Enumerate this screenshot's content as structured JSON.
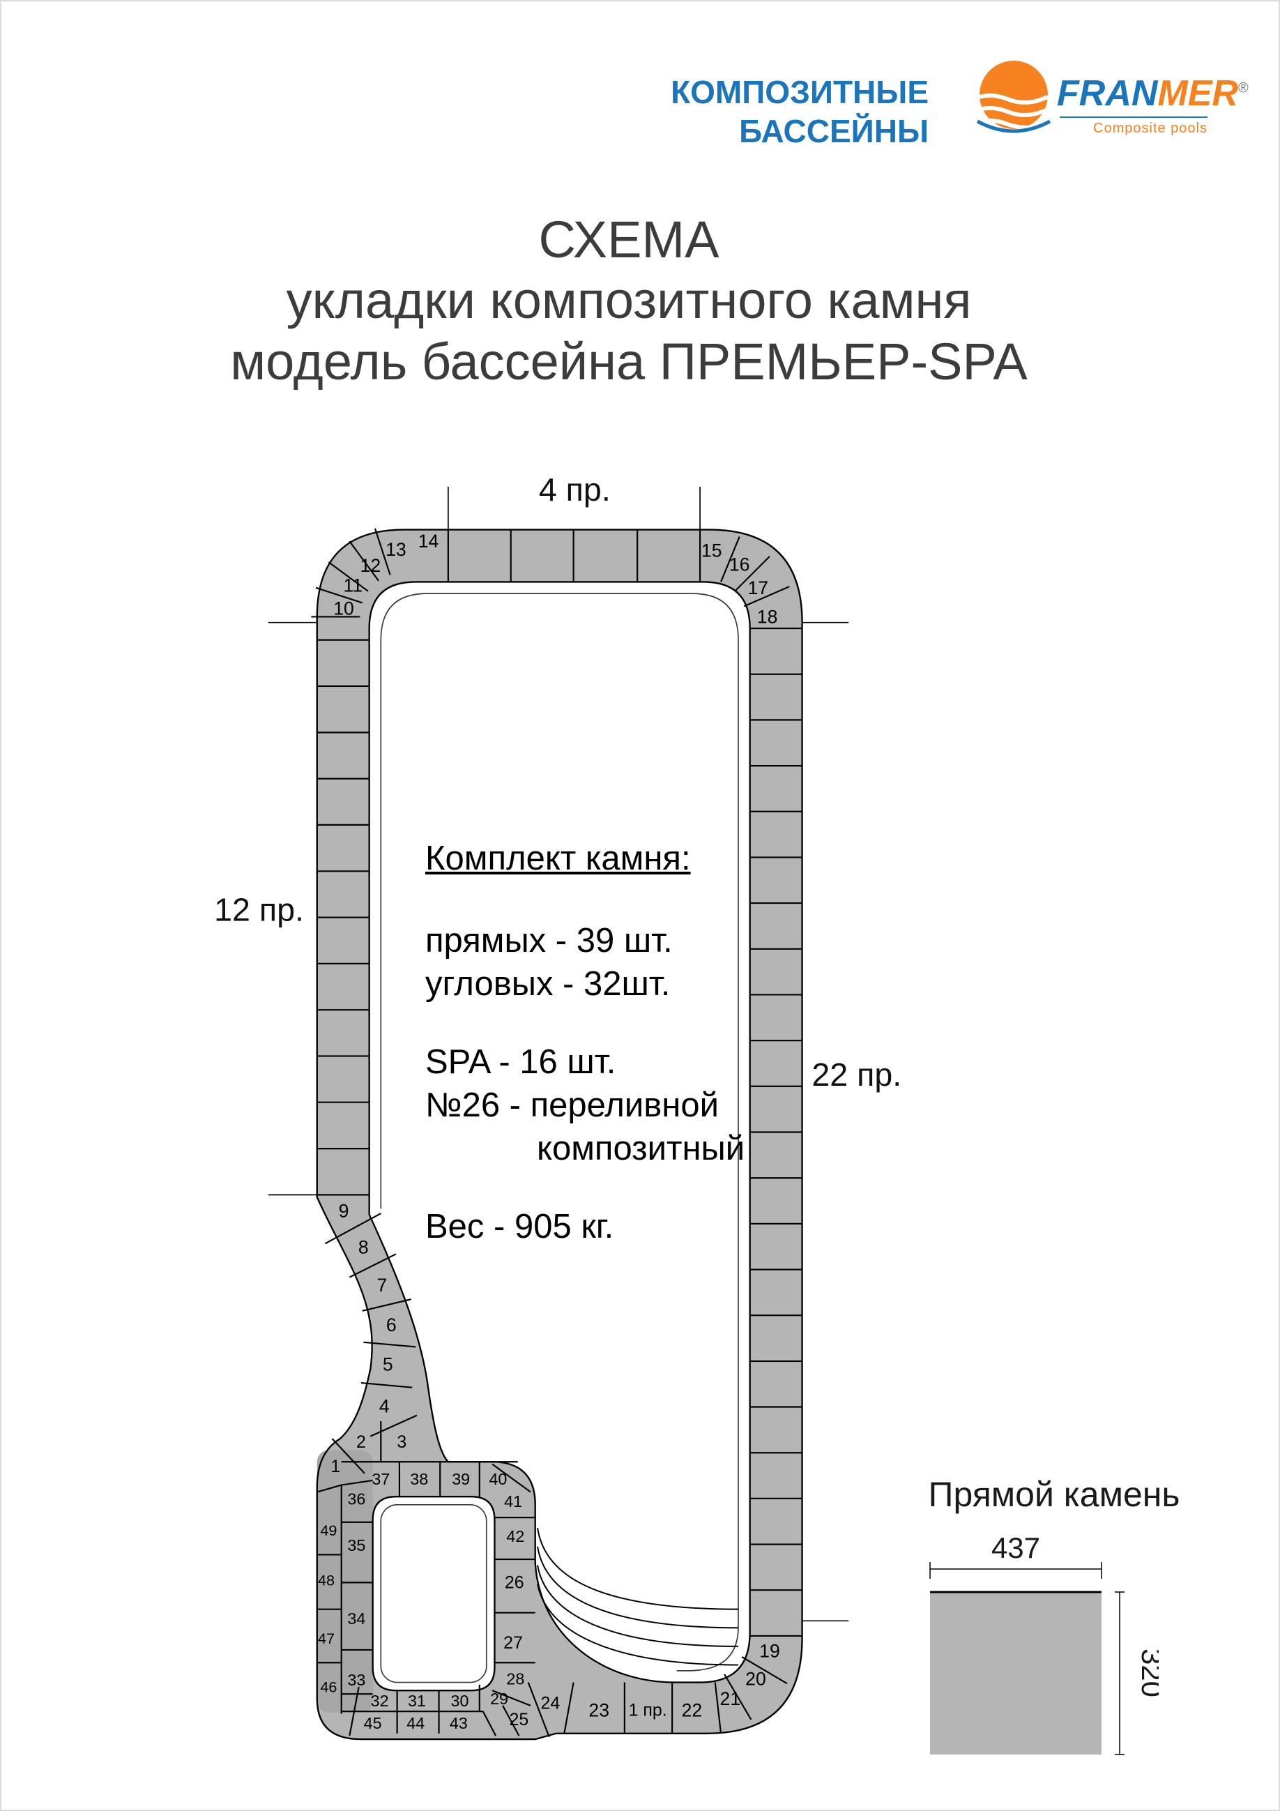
{
  "header": {
    "tagline_line1": "КОМПОЗИТНЫЕ",
    "tagline_line2": "БАССЕЙНЫ",
    "brand_fran": "FRAN",
    "brand_mer": "MER",
    "registered": "®",
    "brand_subtitle": "Composite pools",
    "colors": {
      "blue": "#1a75bc",
      "orange": "#f5821f"
    }
  },
  "title": {
    "line1": "СХЕМА",
    "line2": "укладки композитного камня",
    "line3": "модель бассейна ПРЕМЬЕР-SPA"
  },
  "diagram": {
    "label_top": "4 пр.",
    "label_left": "12 пр.",
    "label_right": "22 пр.",
    "colors": {
      "stone_fill": "#b5b5b5",
      "stone_fill_dark": "#a7a7a7",
      "line": "#000000"
    },
    "stones": {
      "1": "1",
      "2": "2",
      "3": "3",
      "4": "4",
      "5": "5",
      "6": "6",
      "7": "7",
      "8": "8",
      "9": "9",
      "10": "10",
      "11": "11",
      "12": "12",
      "13": "13",
      "14": "14",
      "15": "15",
      "16": "16",
      "17": "17",
      "18": "18",
      "19": "19",
      "20": "20",
      "21": "21",
      "22": "22",
      "23": "23",
      "24": "24",
      "25": "25",
      "26": "26",
      "27": "27",
      "28": "28",
      "29": "29",
      "30": "30",
      "31": "31",
      "32": "32",
      "33": "33",
      "34": "34",
      "35": "35",
      "36": "36",
      "37": "37",
      "38": "38",
      "39": "39",
      "40": "40",
      "41": "41",
      "42": "42",
      "43": "43",
      "44": "44",
      "45": "45",
      "46": "46",
      "47": "47",
      "48": "48",
      "49": "49",
      "1pr": "1 пр."
    }
  },
  "info_block": {
    "heading": "Комплект камня:",
    "line_straight": "прямых - 39 шт.",
    "line_corner": "угловых - 32шт.",
    "line_spa": "SPA - 16 шт.",
    "line_overflow_1": "№26 - переливной",
    "line_overflow_2": "композитный",
    "line_weight": "Вес - 905 кг."
  },
  "stone_detail": {
    "title": "Прямой камень",
    "width_mm": "437",
    "height_mm": "320"
  }
}
